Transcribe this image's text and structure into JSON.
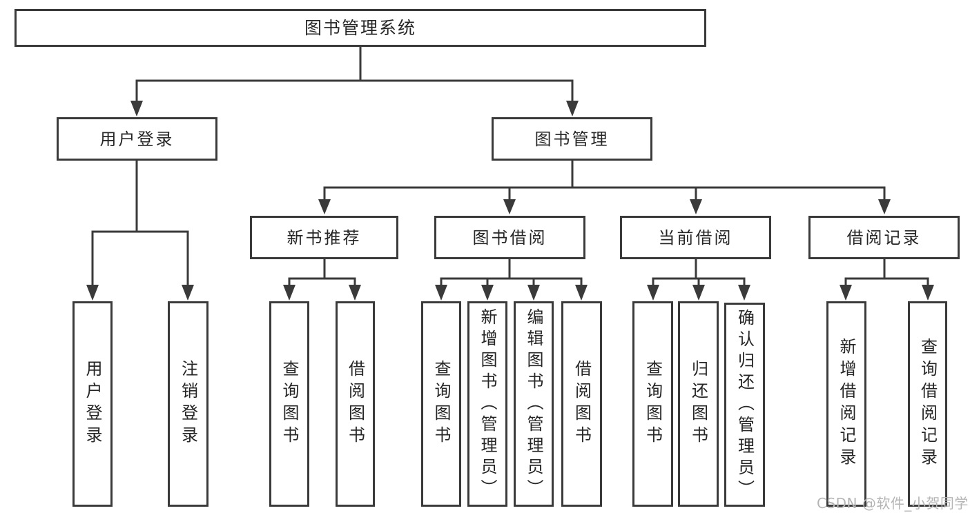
{
  "tree": {
    "label": "图书管理系统",
    "children": [
      {
        "label": "用户登录",
        "children": [
          {
            "label": "用户登录"
          },
          {
            "label": "注销登录"
          }
        ]
      },
      {
        "label": "图书管理",
        "children": [
          {
            "label": "新书推荐",
            "children": [
              {
                "label": "查询图书"
              },
              {
                "label": "借阅图书"
              }
            ]
          },
          {
            "label": "图书借阅",
            "children": [
              {
                "label": "查询图书"
              },
              {
                "label": "新增图书（管理员）"
              },
              {
                "label": "编辑图书（管理员）"
              },
              {
                "label": "借阅图书"
              }
            ]
          },
          {
            "label": "当前借阅",
            "children": [
              {
                "label": "查询图书"
              },
              {
                "label": "归还图书"
              },
              {
                "label": "确认归还（管理员）"
              }
            ]
          },
          {
            "label": "借阅记录",
            "children": [
              {
                "label": "新增借阅记录"
              },
              {
                "label": "查询借阅记录"
              }
            ]
          }
        ]
      }
    ]
  },
  "watermark": {
    "text": "CSDN @软件_小贺同学"
  },
  "colors": {
    "line": "#3a3a3a",
    "text": "#262626",
    "box_bg": "#ffffff",
    "watermark": "#b5b5b5"
  }
}
